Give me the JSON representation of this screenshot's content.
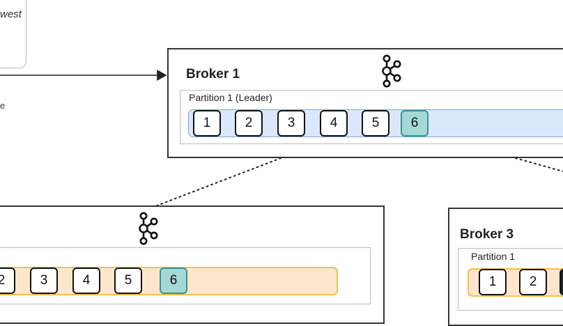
{
  "producer": {
    "label": "west",
    "side_text": "e"
  },
  "broker1": {
    "title": "Broker 1",
    "partition_label": "Partition 1 (Leader)",
    "messages": [
      "1",
      "2",
      "3",
      "4",
      "5",
      "6"
    ]
  },
  "broker2": {
    "messages": [
      "2",
      "3",
      "4",
      "5",
      "6"
    ]
  },
  "broker3": {
    "title": "Broker 3",
    "partition_label": "Partition 1",
    "messages": [
      "1",
      "2"
    ]
  },
  "icons": {
    "broker": "kafka-logo-icon"
  },
  "colors": {
    "leader_lane": "#dbe8fb",
    "follower_lane": "#fde6cb",
    "highlight_message": "#a4d9d6"
  }
}
